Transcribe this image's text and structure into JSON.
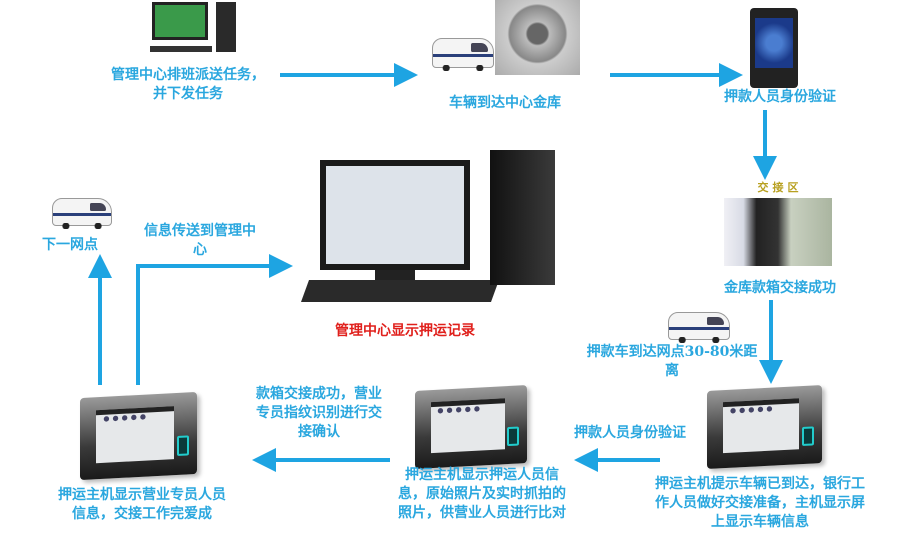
{
  "steps": {
    "dispatch": "管理中心排班派送任务，并下发任务",
    "arrive_vault": "车辆到达中心金库",
    "identity_check_1": "押款人员身份验证",
    "handover_area": "交接区",
    "vault_handover": "金库款箱交接成功",
    "arrive_branch": "押款车到达网点30-80米距离",
    "host_notify": "押运主机提示车辆已到达，银行工作人员做好交接准备，主机显示屏上显示车辆信息",
    "identity_check_2": "押款人员身份验证",
    "host_show_escort": "押运主机显示押运人员信息，原始照片及实时抓拍的照片，供营业人员进行比对",
    "fingerprint_confirm": "款箱交接成功，营业专员指纹识别进行交接确认",
    "host_show_clerk": "押运主机显示营业专员人员信息，交接工作完爱成",
    "send_info": "信息传送到管理中心",
    "next_branch": "下一网点",
    "center_display": "管理中心显示押运记录"
  },
  "colors": {
    "text": "#2aa7df",
    "arrow": "#1ea4e2",
    "highlight": "#e0201c"
  }
}
